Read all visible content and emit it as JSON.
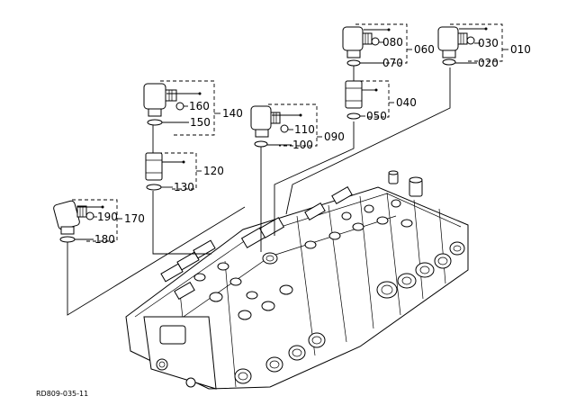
{
  "diagram": {
    "reference_code": "RD809-035-11",
    "callouts": [
      {
        "id": "c030",
        "text": "030"
      },
      {
        "id": "c020",
        "text": "020"
      },
      {
        "id": "c010",
        "text": "010"
      },
      {
        "id": "c080",
        "text": "080"
      },
      {
        "id": "c070",
        "text": "070"
      },
      {
        "id": "c060",
        "text": "060"
      },
      {
        "id": "c040",
        "text": "040"
      },
      {
        "id": "c050",
        "text": "050"
      },
      {
        "id": "c160",
        "text": "160"
      },
      {
        "id": "c150",
        "text": "150"
      },
      {
        "id": "c140",
        "text": "140"
      },
      {
        "id": "c110",
        "text": "110"
      },
      {
        "id": "c100",
        "text": "100"
      },
      {
        "id": "c090",
        "text": "090"
      },
      {
        "id": "c120",
        "text": "120"
      },
      {
        "id": "c130",
        "text": "130"
      },
      {
        "id": "c190",
        "text": "190"
      },
      {
        "id": "c180",
        "text": "180"
      },
      {
        "id": "c170",
        "text": "170"
      }
    ]
  }
}
